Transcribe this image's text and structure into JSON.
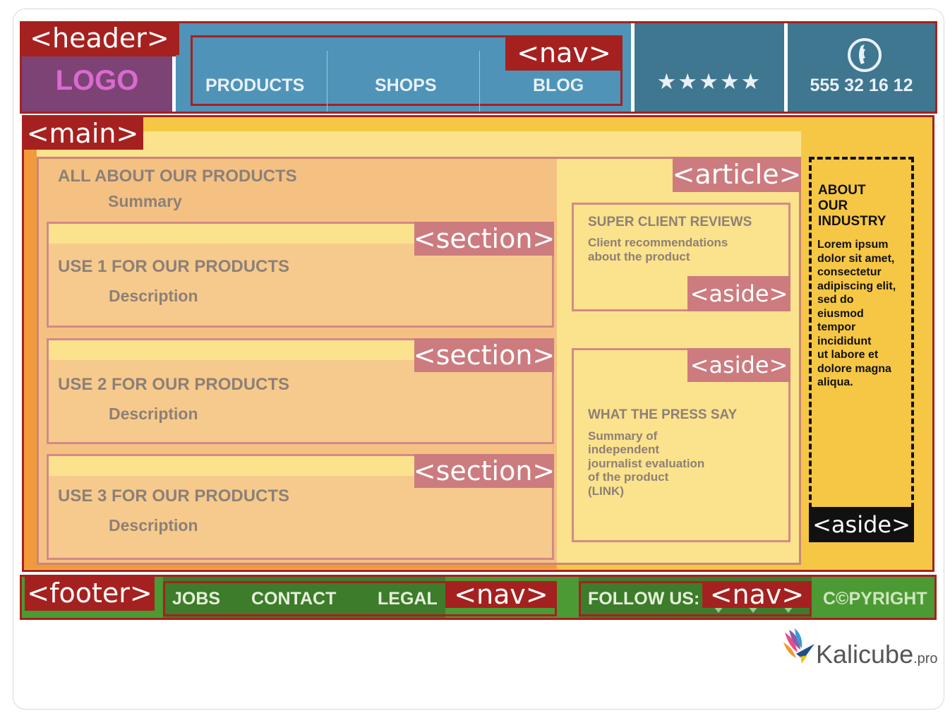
{
  "header": {
    "tag": "<header>",
    "logo": "LOGO",
    "nav_tag": "<nav>",
    "nav_items": [
      "PRODUCTS",
      "SHOPS",
      "BLOG"
    ],
    "stars": "★★★★★",
    "phone": "555 32 16 12",
    "phone_icon": "phone-icon"
  },
  "main": {
    "tag": "<main>",
    "article_tag": "<article>",
    "article_title": "ALL ABOUT OUR PRODUCTS",
    "article_summary": "Summary",
    "sections": [
      {
        "tag": "<section>",
        "title": "USE 1 FOR OUR PRODUCTS",
        "desc": "Description"
      },
      {
        "tag": "<section>",
        "title": "USE 2 FOR OUR PRODUCTS",
        "desc": "Description"
      },
      {
        "tag": "<section>",
        "title": "USE 3 FOR OUR PRODUCTS",
        "desc": "Description"
      }
    ],
    "aside_reviews": {
      "tag": "<aside>",
      "title": "SUPER CLIENT REVIEWS",
      "lines": [
        "Client recommendations",
        "about the product"
      ]
    },
    "aside_press": {
      "tag": "<aside>",
      "title": "WHAT THE PRESS SAY",
      "lines": [
        "Summary of",
        "independent",
        "journalist evaluation",
        "of the product",
        "(LINK)"
      ]
    },
    "aside_industry": {
      "tag": "<aside>",
      "title_lines": [
        "ABOUT",
        "OUR",
        "INDUSTRY"
      ],
      "body_lines": [
        "Lorem ipsum",
        "dolor sit amet,",
        "consectetur",
        "adipiscing elit,",
        "sed do",
        "eiusmod",
        "tempor",
        "incididunt",
        "ut labore et",
        "dolore magna",
        "aliqua."
      ]
    }
  },
  "footer": {
    "tag": "<footer>",
    "nav_tag": "<nav>",
    "nav_items": [
      "JOBS",
      "CONTACT",
      "LEGAL"
    ],
    "follow": "FOLLOW US:",
    "follow_nav_tag": "<nav>",
    "copyright": "C©PYRIGHT"
  },
  "brand": {
    "name": "Kalicube",
    "suffix": ".pro",
    "icon": "kalicube-bird-icon"
  },
  "colors": {
    "header_red": "#a5211f",
    "nav_blue": "#4f93b8",
    "header_dark_blue": "#3f7690",
    "logo_purple": "#7e4375",
    "main_yellow": "#f6c744",
    "article_orange": "#f19a3b",
    "section_fill": "#f6c98c",
    "aside_fill": "#fbe18a",
    "tag_pink": "#cc7b7f",
    "footer_green": "#4c9a33",
    "footer_dark_green": "#3d7c2a"
  }
}
